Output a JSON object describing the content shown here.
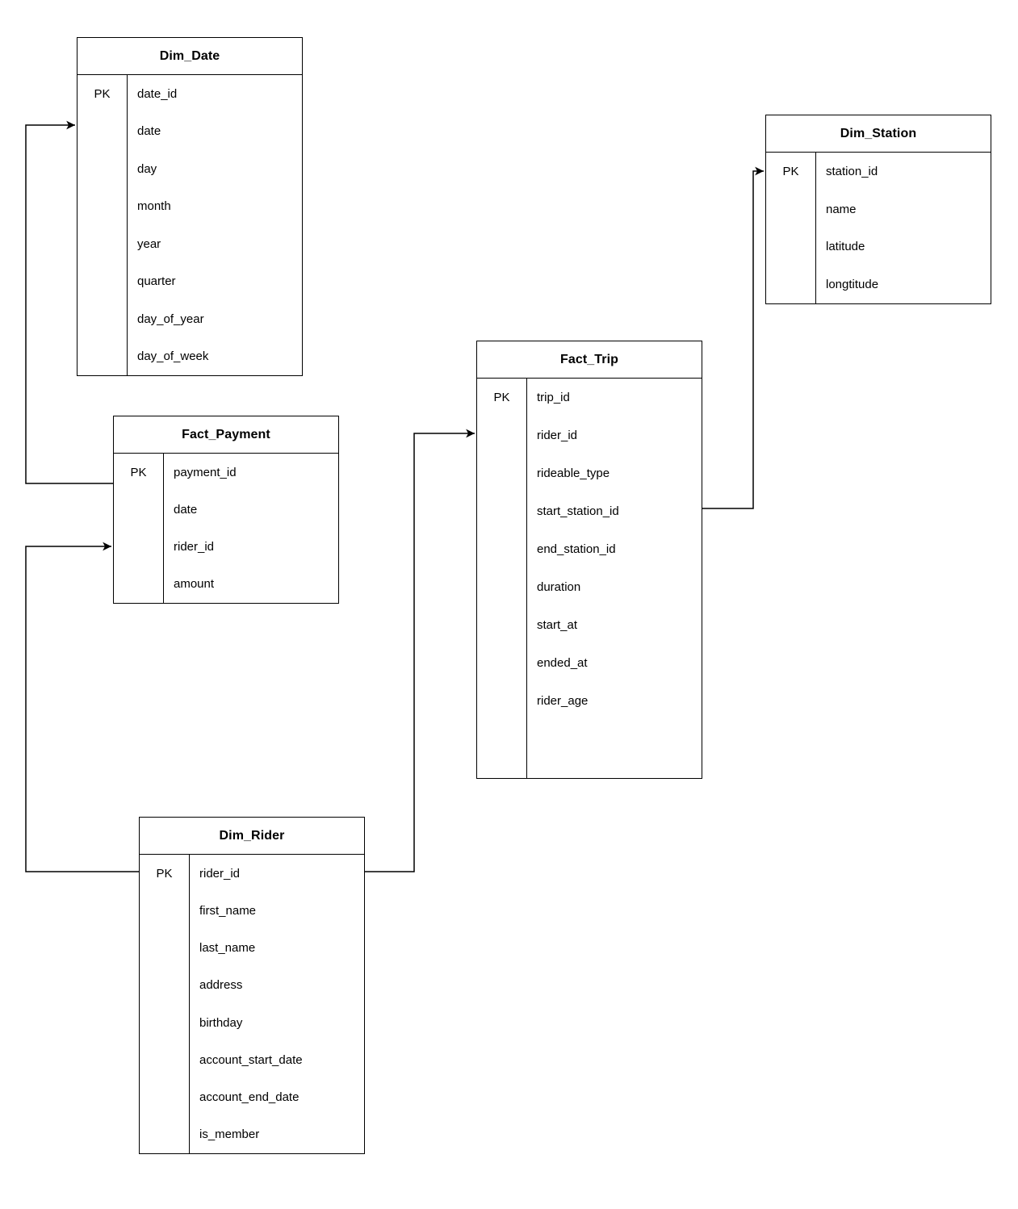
{
  "diagram": {
    "type": "entity-relationship-schema",
    "entities": {
      "dim_date": {
        "title": "Dim_Date",
        "pk_label": "PK",
        "fields": [
          "date_id",
          "date",
          "day",
          "month",
          "year",
          "quarter",
          "day_of_year",
          "day_of_week"
        ]
      },
      "dim_station": {
        "title": "Dim_Station",
        "pk_label": "PK",
        "fields": [
          "station_id",
          "name",
          "latitude",
          "longtitude"
        ]
      },
      "fact_payment": {
        "title": "Fact_Payment",
        "pk_label": "PK",
        "fields": [
          "payment_id",
          "date",
          "rider_id",
          "amount"
        ]
      },
      "fact_trip": {
        "title": "Fact_Trip",
        "pk_label": "PK",
        "fields": [
          "trip_id",
          "rider_id",
          "rideable_type",
          "start_station_id",
          "end_station_id",
          "duration",
          "start_at",
          "ended_at",
          "rider_age"
        ]
      },
      "dim_rider": {
        "title": "Dim_Rider",
        "pk_label": "PK",
        "fields": [
          "rider_id",
          "first_name",
          "last_name",
          "address",
          "birthday",
          "account_start_date",
          "account_end_date",
          "is_member"
        ]
      }
    },
    "relationships": [
      {
        "from": "Fact_Payment",
        "to": "Dim_Date"
      },
      {
        "from": "Dim_Rider",
        "to": "Fact_Payment"
      },
      {
        "from": "Dim_Rider",
        "to": "Fact_Trip"
      },
      {
        "from": "Fact_Trip",
        "to": "Dim_Station"
      }
    ]
  },
  "colors": {
    "stroke": "#000000",
    "background": "#ffffff",
    "text": "#000000"
  }
}
